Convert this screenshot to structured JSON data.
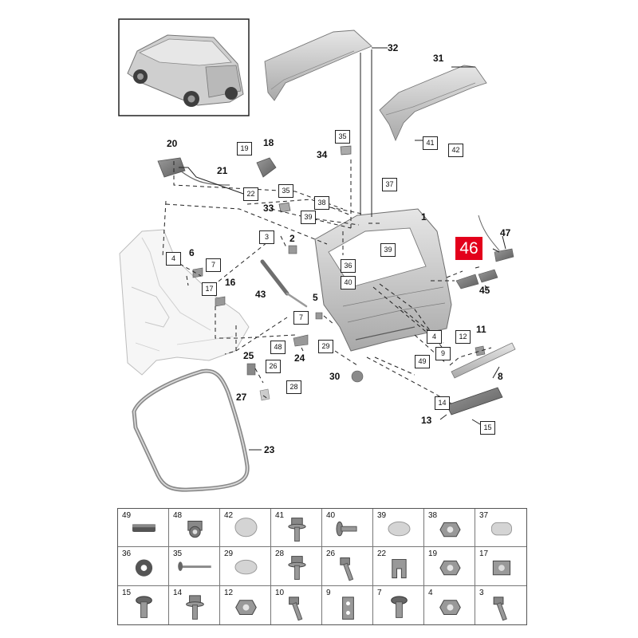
{
  "callouts": {
    "c32": "32",
    "c31": "31",
    "c20": "20",
    "c18": "18",
    "c34": "34",
    "c21": "21",
    "c33": "33",
    "c1": "1",
    "c47": "47",
    "c2": "2",
    "c6": "6",
    "c45": "45",
    "c16": "16",
    "c43": "43",
    "c5": "5",
    "c11": "11",
    "c25": "25",
    "c24": "24",
    "c30": "30",
    "c8": "8",
    "c27": "27",
    "c13": "13",
    "c23": "23"
  },
  "boxes": {
    "b19": "19",
    "b35a": "35",
    "b22": "22",
    "b35b": "35",
    "b38": "38",
    "b37": "37",
    "b41": "41",
    "b42": "42",
    "b3": "3",
    "b39a": "39",
    "b39b": "39",
    "b36": "36",
    "b40": "40",
    "b4a": "4",
    "b7a": "7",
    "b17": "17",
    "b7b": "7",
    "b48": "48",
    "b29": "29",
    "b26": "26",
    "b28": "28",
    "b4b": "4",
    "b12": "12",
    "b9": "9",
    "b49": "49",
    "b14": "14",
    "b15": "15"
  },
  "highlight": {
    "label": "46",
    "color": "#e3001b"
  },
  "legend": [
    {
      "num": "49",
      "icon": "pad-icon"
    },
    {
      "num": "48",
      "icon": "clip-nut-icon"
    },
    {
      "num": "42",
      "icon": "round-plug-icon"
    },
    {
      "num": "41",
      "icon": "flange-bolt-icon"
    },
    {
      "num": "40",
      "icon": "push-pin-icon"
    },
    {
      "num": "39",
      "icon": "oval-plug-icon"
    },
    {
      "num": "38",
      "icon": "hex-nut-icon"
    },
    {
      "num": "37",
      "icon": "cap-plug-icon"
    },
    {
      "num": "36",
      "icon": "washer-icon"
    },
    {
      "num": "35",
      "icon": "rivet-icon"
    },
    {
      "num": "29",
      "icon": "oval-plug-icon"
    },
    {
      "num": "28",
      "icon": "flange-bolt-icon"
    },
    {
      "num": "26",
      "icon": "long-bolt-icon"
    },
    {
      "num": "22",
      "icon": "clip-icon"
    },
    {
      "num": "19",
      "icon": "hex-nut-icon"
    },
    {
      "num": "17",
      "icon": "square-nut-icon"
    },
    {
      "num": "15",
      "icon": "torx-bolt-icon"
    },
    {
      "num": "14",
      "icon": "flange-bolt-icon"
    },
    {
      "num": "12",
      "icon": "hex-nut-icon"
    },
    {
      "num": "10",
      "icon": "long-bolt-icon"
    },
    {
      "num": "9",
      "icon": "bracket-clip-icon"
    },
    {
      "num": "7",
      "icon": "torx-bolt-icon"
    },
    {
      "num": "4",
      "icon": "hex-nut-icon"
    },
    {
      "num": "3",
      "icon": "long-bolt-icon"
    }
  ]
}
